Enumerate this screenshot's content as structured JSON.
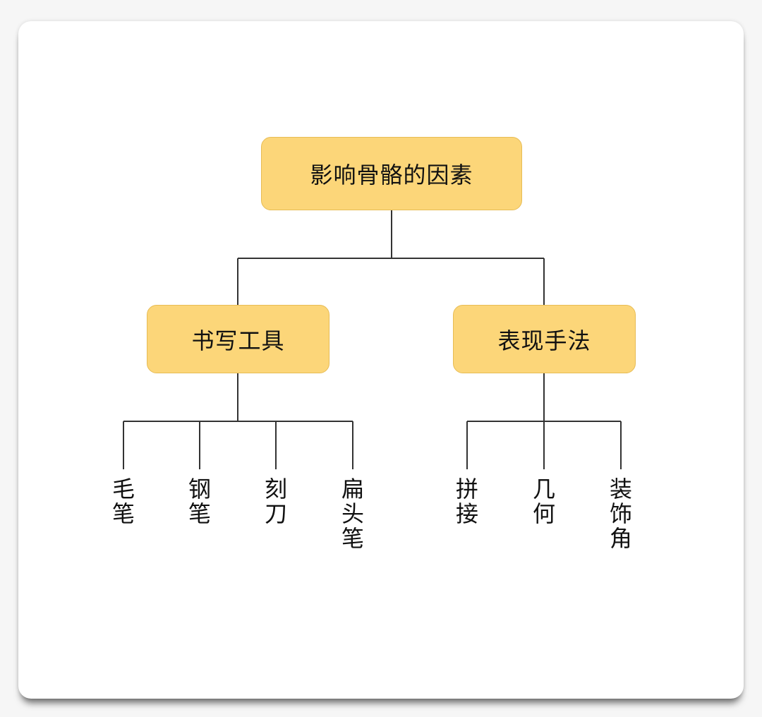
{
  "diagram": {
    "root": {
      "label": "影响骨骼的因素"
    },
    "children": [
      {
        "label": "书写工具",
        "leaves": [
          "毛笔",
          "钢笔",
          "刻刀",
          "扁头笔"
        ]
      },
      {
        "label": "表现手法",
        "leaves": [
          "拼接",
          "几何",
          "装饰角"
        ]
      }
    ]
  },
  "colors": {
    "node_fill": "#fcd679",
    "connector": "#333333",
    "text": "#111111"
  }
}
